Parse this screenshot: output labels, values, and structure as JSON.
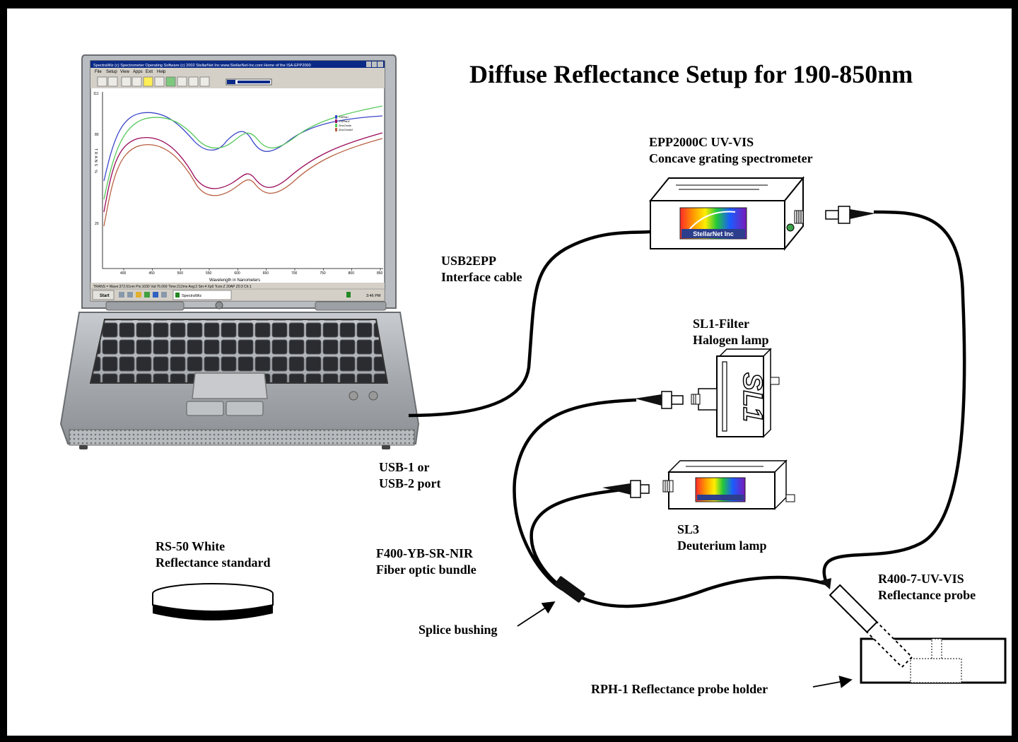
{
  "title": "Diffuse Reflectance Setup for 190-850nm",
  "labels": {
    "spectrometer": [
      "EPP2000C UV-VIS",
      "Concave grating spectrometer"
    ],
    "usb_cable": [
      "USB2EPP",
      "Interface cable"
    ],
    "sl1": [
      "SL1-Filter",
      "Halogen lamp"
    ],
    "usb_port": [
      "USB-1 or",
      "USB-2 port"
    ],
    "sl3": [
      "SL3",
      "Deuterium lamp"
    ],
    "rs50": [
      "RS-50 White",
      "Reflectance standard"
    ],
    "fiber": [
      "F400-YB-SR-NIR",
      "Fiber optic bundle"
    ],
    "probe": [
      "R400-7-UV-VIS",
      "Reflectance probe"
    ],
    "splice": "Splice bushing",
    "holder": "RPH-1 Reflectance probe holder"
  },
  "device_text": {
    "stellarnet": "StellarNet Inc",
    "sl1_mark": "SL1"
  },
  "software": {
    "window_title": "SpectraWiz (c) Spectrometer Operating Software (c) 2002 StellarNet Inc www.StellarNet-Inc.com Home of the ISA-EPP2000",
    "menu": [
      "File",
      "Setup",
      "View",
      "Apps",
      "Exit",
      "Help"
    ],
    "legend": [
      "TISRan",
      "TISRan2",
      "ZincOxide",
      "ZincOxide2"
    ],
    "y_ticks": [
      "111",
      "80",
      "20"
    ],
    "y_label": "TRANS %",
    "x_ticks": [
      "400",
      "450",
      "500",
      "550",
      "600",
      "650",
      "700",
      "750",
      "800",
      "850"
    ],
    "x_label": "Wavelength in Nanometers",
    "status": "TRANS = Wave:372.61nm Pix:1030 Val:76.069 Time:212ms Avg:3 Sm:4 Xp0 Tcon:Z 20AP Z0:3 Ch:1",
    "start_label": "Start",
    "taskbar_app": "SpectraWiz",
    "clock": "3:46 PM"
  },
  "colors": {
    "series": [
      "#3a46c8",
      "#9a0a5a",
      "#55c85a",
      "#b86040"
    ],
    "titlebar": "#0a2a86"
  }
}
